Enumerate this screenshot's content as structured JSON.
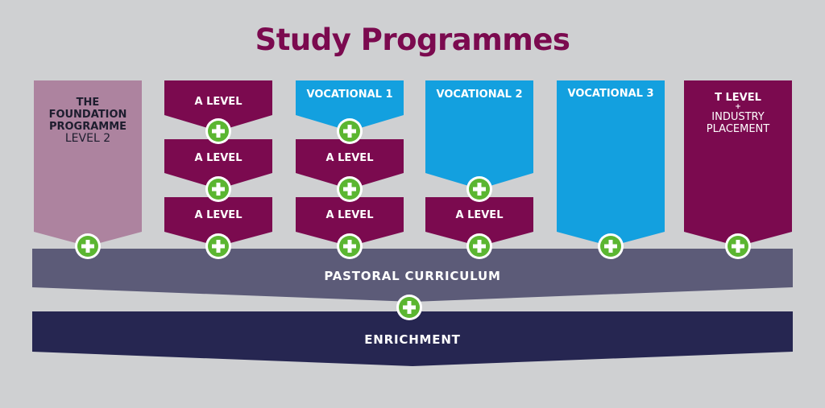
{
  "title": "Study Programmes",
  "colors": {
    "background": "#cfd0d2",
    "title": "#7b0a4f",
    "maroon": "#7b0a4f",
    "mauve": "#ad839f",
    "blue": "#13a0df",
    "pastoral": "#5c5b78",
    "enrichment": "#262651",
    "plus_green": "#5bb631"
  },
  "columns": [
    {
      "id": "foundation",
      "label_line1": "THE",
      "label_line2": "FOUNDATION",
      "label_line3": "PROGRAMME",
      "label_line4": "LEVEL 2"
    },
    {
      "id": "a-levels",
      "items": [
        "A LEVEL",
        "A LEVEL",
        "A LEVEL"
      ]
    },
    {
      "id": "vocational-1-mix",
      "items": [
        "VOCATIONAL 1",
        "A LEVEL",
        "A LEVEL"
      ]
    },
    {
      "id": "vocational-2-mix",
      "items": [
        "VOCATIONAL 2",
        "A LEVEL"
      ]
    },
    {
      "id": "vocational-3",
      "items": [
        "VOCATIONAL 3"
      ]
    },
    {
      "id": "t-level",
      "label_line1": "T LEVEL",
      "label_plus": "+",
      "label_line2": "INDUSTRY",
      "label_line3": "PLACEMENT"
    }
  ],
  "pastoral_label": "PASTORAL CURRICULUM",
  "enrichment_label": "ENRICHMENT",
  "icons": {
    "connector": "plus-circle-icon"
  }
}
